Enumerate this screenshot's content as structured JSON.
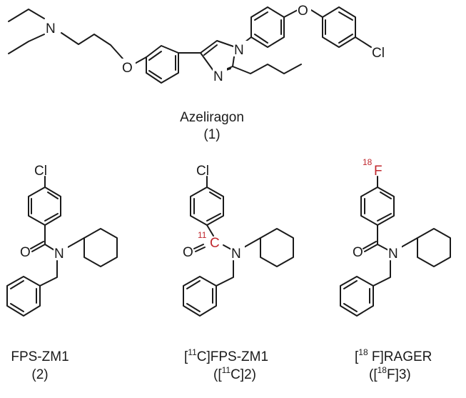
{
  "azeliragon": {
    "name": "Azeliragon",
    "number": "(1)",
    "atoms": {
      "n_amine": "N",
      "o_ether1": "O",
      "n_imid1": "N",
      "n_imid2": "N",
      "o_ether2": "O",
      "cl": "Cl"
    }
  },
  "fps_zm1": {
    "name": "FPS-ZM1",
    "number": "(2)",
    "atoms": {
      "cl": "Cl",
      "o": "O",
      "n": "N"
    }
  },
  "c11_fps_zm1": {
    "name_prefix": "[",
    "name_isotope": "11",
    "name_rest": "C]FPS-ZM1",
    "number_prefix": "([",
    "number_isotope": "11",
    "number_rest": "C]2)",
    "atoms": {
      "cl": "Cl",
      "o": "O",
      "c_isotope": "11",
      "c": "C",
      "n": "N"
    }
  },
  "f18_rager": {
    "name_prefix": "[",
    "name_isotope": "18",
    "name_rest": " F]RAGER",
    "number_prefix": "([",
    "number_isotope": "18",
    "number_rest": "F]3)",
    "atoms": {
      "f_isotope": "18",
      "f": "F",
      "o": "O",
      "n": "N"
    }
  },
  "colors": {
    "bond": "#1a1a1a",
    "isotope_label": "#c0272d"
  }
}
